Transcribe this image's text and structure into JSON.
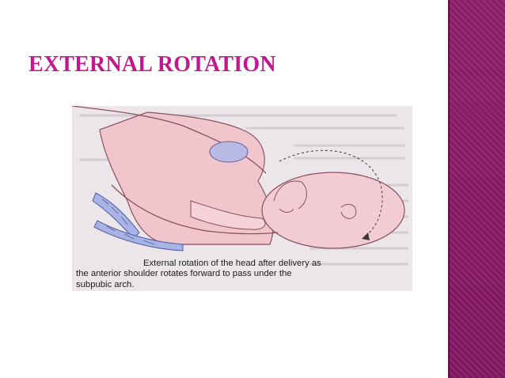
{
  "slide": {
    "title": "EXTERNAL ROTATION",
    "accent_color": "#c2188f",
    "side_strip_color": "#8a1a66"
  },
  "figure": {
    "caption_lines": [
      "External rotation of the head after delivery as",
      "the anterior shoulder rotates forward to pass under the",
      "subpubic arch."
    ]
  }
}
